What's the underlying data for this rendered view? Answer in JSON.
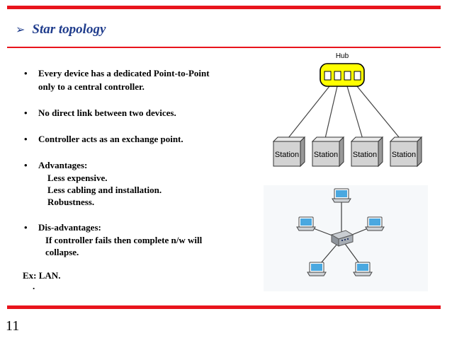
{
  "slide": {
    "title": "Star topology",
    "title_marker": "➢",
    "bullet_glyph": "•",
    "bullets": [
      {
        "text": "Every device has a dedicated Point-to-Point",
        "cont": "only to a central controller."
      },
      {
        "text": "No direct link between two devices."
      },
      {
        "text": "Controller acts as an exchange point."
      },
      {
        "text": "Advantages:",
        "subs": [
          "Less expensive.",
          "Less cabling and installation.",
          "Robustness."
        ]
      },
      {
        "text": "Dis-advantages:",
        "subs": [
          "If controller fails then complete n/w will",
          "collapse."
        ]
      }
    ],
    "example": "Ex:  LAN.",
    "dot": ".",
    "page_number": "11"
  },
  "diagram": {
    "hub_label": "Hub",
    "station_label": "Station",
    "station_count": 4,
    "network_nodes": 5
  },
  "colors": {
    "accent_red": "#e8141c",
    "title_blue": "#1f3c8c",
    "hub_yellow": "#ffff00"
  }
}
